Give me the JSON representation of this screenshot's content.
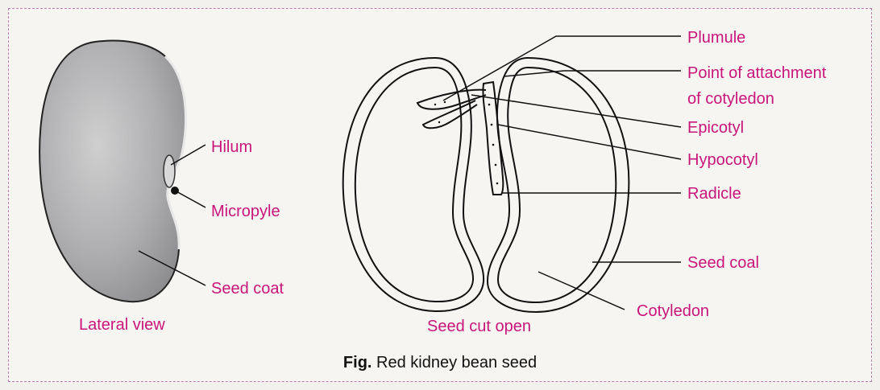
{
  "labels": {
    "hilum": "Hilum",
    "micropyle": "Micropyle",
    "seed_coat": "Seed coat",
    "lateral_view": "Lateral view",
    "plumule": "Plumule",
    "point_of_attachment_line1": "Point of attachment",
    "point_of_attachment_line2": "of cotyledon",
    "epicotyl": "Epicotyl",
    "hypocotyl": "Hypocotyl",
    "radicle": "Radicle",
    "seed_coal": "Seed coal",
    "cotyledon": "Cotyledon",
    "seed_cut_open": "Seed cut open"
  },
  "caption": {
    "prefix": "Fig.",
    "text": "Red kidney bean seed"
  },
  "colors": {
    "label": "#c8157a",
    "border": "#b97bb0",
    "seed_fill": "#a9a9aa",
    "outline": "#111111"
  }
}
